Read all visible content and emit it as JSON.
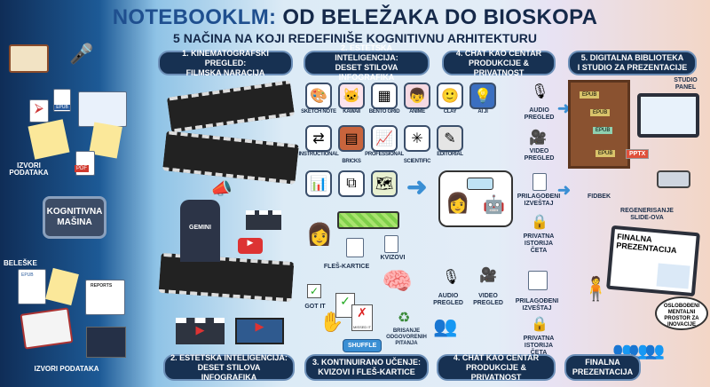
{
  "header": {
    "title_brand": "NOTEBOOKLM:",
    "title_rest": "OD BELEŽAKA DO BIOSKOPA",
    "subtitle": "5 NAČINA NA KOJI REDEFINIŠE KOGNITIVNU ARHITEKTURU"
  },
  "top_pills": [
    {
      "line1": "1. KINEMATOGRAFSKI PREGLED:",
      "line2": "FILMSKA NARACIJA"
    },
    {
      "line1": "2. ESTETSKA INTELIGENCIJA:",
      "line2": "DESET STILOVA INFOGRAFIKA"
    },
    {
      "line1": "4. CHAT KAO CENTAR",
      "line2": "PRODUKCIJE & PRIVATNOST"
    },
    {
      "line1": "5. DIGITALNA BIBLIOTEKA",
      "line2": "I STUDIO ZA PREZENTACIJE"
    }
  ],
  "bottom_pills": [
    {
      "line1": "2. ESTETSKA INTELIGENCIJA:",
      "line2": "DESET STILOVA INFOGRAFIKA"
    },
    {
      "line1": "3. KONTINUIRANO UČENJE:",
      "line2": "KVIZOVI I FLEŠ-KARTICE"
    },
    {
      "line1": "4. CHAT KAO CENTAR",
      "line2": "PRODUKCIJE & PRIVATNOST"
    },
    {
      "line1": "FINALNA",
      "line2": "PREZENTACIJA"
    }
  ],
  "left": {
    "sources_top": "IZVORI PODATAKA",
    "machine": "KOGNITIVNA MAŠINA",
    "notes": "BELEŠKE",
    "sources_bottom": "IZVORI PODATAKA",
    "doc_epub": "EPUB",
    "doc_pdf": "PDF",
    "doc_reports": "REPORTS"
  },
  "cinema": {
    "shirt": "GEMINI"
  },
  "styles": [
    "SKETCH NOTE",
    "KAWAII",
    "BENTO GRID",
    "ANIME",
    "CLAY",
    "AI JI",
    "INSTRUCTIONAL",
    "BRICKS",
    "PROFESSIONAL",
    "SCIENTIFIC",
    "EDITORIAL"
  ],
  "learning": {
    "flashcards": "FLEŠ-KARTICE",
    "quizzes": "KVIZOVI",
    "got_it": "GOT IT",
    "missed_it": "MISSED IT",
    "shuffle": "SHUFFLE",
    "delete": "BRISANJE ODGOVORENIH PITANJA"
  },
  "chat": {
    "audio_top": "AUDIO PREGLED",
    "video_top": "VIDEO PREGLED",
    "report_top": "PRILAGOĐENI IZVEŠTAJ",
    "private_top": "PRIVATNA ISTORIJA ČETA",
    "audio_bottom": "AUDIO PREGLED",
    "video_bottom": "VIDEO PREGLED",
    "report_bottom": "PRILAGOĐENI IZVEŠTAJ",
    "private_bottom": "PRIVATNA ISTORIJA ČETA"
  },
  "studio": {
    "panel": "STUDIO PANEL",
    "epub": "EPUB",
    "pptx": "PPTX",
    "feedback": "FIDBEK",
    "regen": "REGENERISANJE SLIDE-OVA",
    "final_screen": "FINALNA PREZENTACIJA",
    "bubble": "OSLOBOĐENI MENTALNI PROSTOR ZA INOVACIJE"
  },
  "colors": {
    "navy": "#173152",
    "accent_blue": "#3a8fd4",
    "arrow_orange": "#f2b233"
  }
}
